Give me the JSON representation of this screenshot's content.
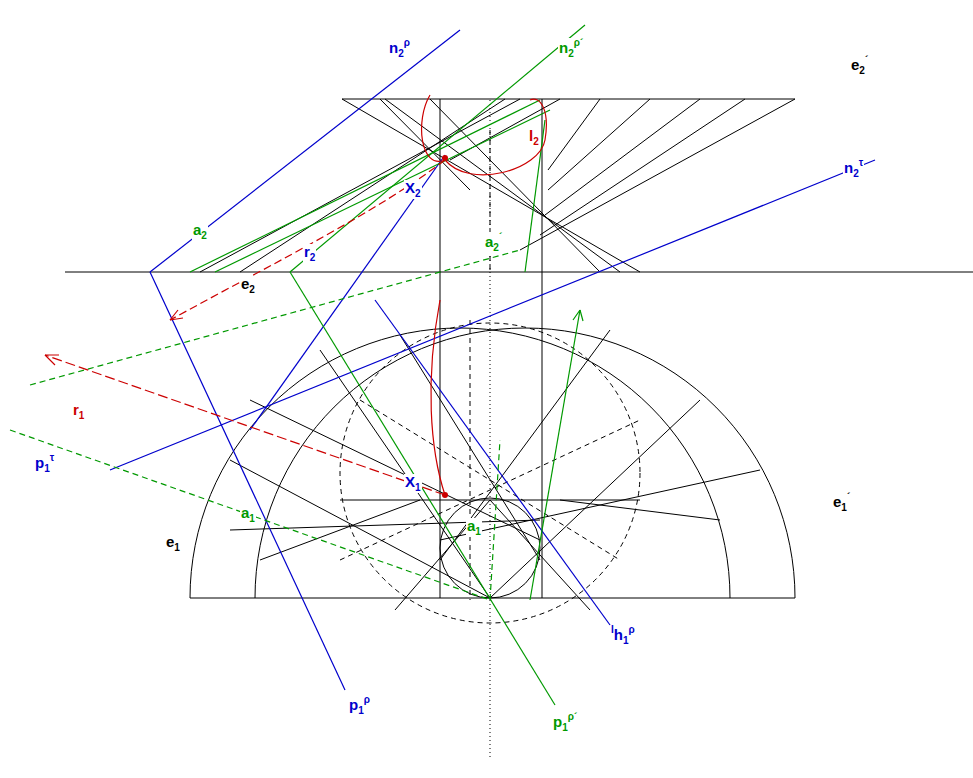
{
  "diagram": {
    "labels": [
      "n2ρ",
      "n2ρ´",
      "e2´",
      "l2",
      "n2τ",
      "X2",
      "a2",
      "r2",
      "a2´",
      "e2",
      "r1",
      "p1τ",
      "X1",
      "a1",
      "a1",
      "e1´",
      "e1",
      "p1ρ",
      "Ih1ρ",
      "p1ρ´"
    ]
  }
}
